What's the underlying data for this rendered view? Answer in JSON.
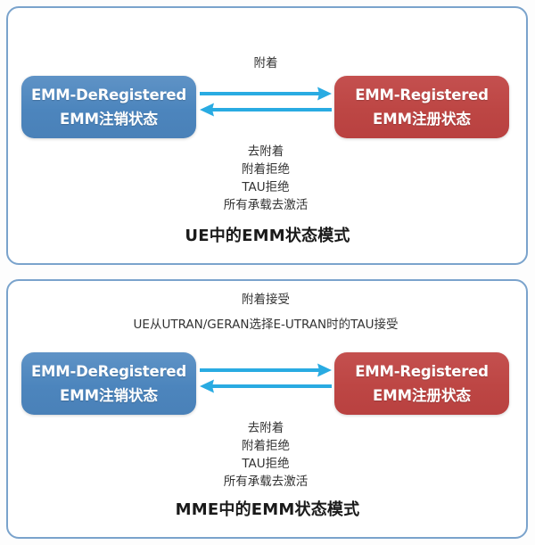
{
  "diagram": {
    "panels": [
      {
        "id": "ue-panel",
        "title": "UE中的EMM状态模式",
        "left_state": {
          "en": "EMM-DeRegistered",
          "zh": "EMM注销状态",
          "color": "#4c85bd"
        },
        "right_state": {
          "en": "EMM-Registered",
          "zh": "EMM注册状态",
          "color": "#bd4644"
        },
        "forward_labels": [
          "附着"
        ],
        "reverse_labels": [
          "去附着",
          "附着拒绝",
          "TAU拒绝",
          "所有承载去激活"
        ]
      },
      {
        "id": "mme-panel",
        "title": "MME中的EMM状态模式",
        "left_state": {
          "en": "EMM-DeRegistered",
          "zh": "EMM注销状态",
          "color": "#4c85bd"
        },
        "right_state": {
          "en": "EMM-Registered",
          "zh": "EMM注册状态",
          "color": "#bd4644"
        },
        "forward_labels": [
          "附着接受",
          "UE从UTRAN/GERAN选择E-UTRAN时的TAU接受"
        ],
        "reverse_labels": [
          "去附着",
          "附着拒绝",
          "TAU拒绝",
          "所有承载去激活"
        ]
      }
    ],
    "colors": {
      "panel_border": "#7aa3cc",
      "arrow": "#29abe2",
      "blue_state": "#4c85bd",
      "red_state": "#bd4644",
      "label_text": "#333333",
      "title_text": "#1a1a1a",
      "background": "#ffffff"
    }
  }
}
